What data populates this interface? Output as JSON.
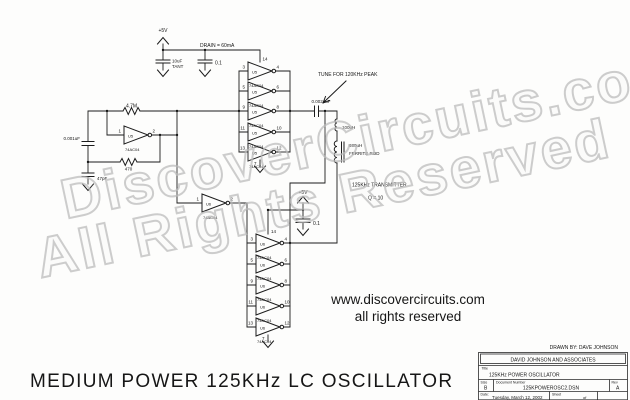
{
  "watermark": {
    "line1": "DiscoverCircuits.com",
    "line2": "All Rights Reserved"
  },
  "supply": {
    "plus5v": "+5V",
    "drain_note": "DRAIN = 60mA",
    "bulk_cap": "10uF",
    "bulk_cap_type": "TANT",
    "bypass_cap": "0.1"
  },
  "osc": {
    "feedback_resistor": "4.7M",
    "input_cap": "0.001uF",
    "series_resistor": "470",
    "shunt_cap": "47pF"
  },
  "ic": {
    "u5": "U5",
    "u6": "U6",
    "part": "74AC04",
    "p1": "1",
    "p2": "2",
    "p7": "7",
    "p14": "14",
    "rows": [
      [
        "3",
        "4"
      ],
      [
        "5",
        "6"
      ],
      [
        "9",
        "8"
      ],
      [
        "11",
        "10"
      ],
      [
        "13",
        "12"
      ]
    ]
  },
  "tank": {
    "tune_note": "TUNE FOR 120KHz PEAK",
    "series_cap": "0.0024uF",
    "series_inductor": "100uH",
    "antenna_inductor": "680uH",
    "antenna_core": "FERRITE ROD",
    "transmitter": "125KHz TRANSMITTER",
    "q_factor": "Q = 10",
    "plus5v": "+5V",
    "bypass_cap": "0.1"
  },
  "credit": {
    "site": "www.discovercircuits.com",
    "rights": "all rights reserved"
  },
  "sheet_title": "MEDIUM POWER 125KHz LC OSCILLATOR",
  "drawn_by": "DRAWN BY: DAVE JOHNSON",
  "title_block": {
    "company": "DAVID JOHNSON AND ASSOCIATES",
    "title_label": "Title",
    "title": "125KHz POWER OSCILLATOR",
    "size_label": "Size",
    "size": "B",
    "doc_label": "Document Number",
    "doc_number": "125KPOWEROSC2.DSN",
    "rev_label": "Rev",
    "rev": "A",
    "date_label": "Date:",
    "date": "Tuesday, March 12, 2002",
    "sheet_label": "Sheet",
    "of_label": "of"
  }
}
